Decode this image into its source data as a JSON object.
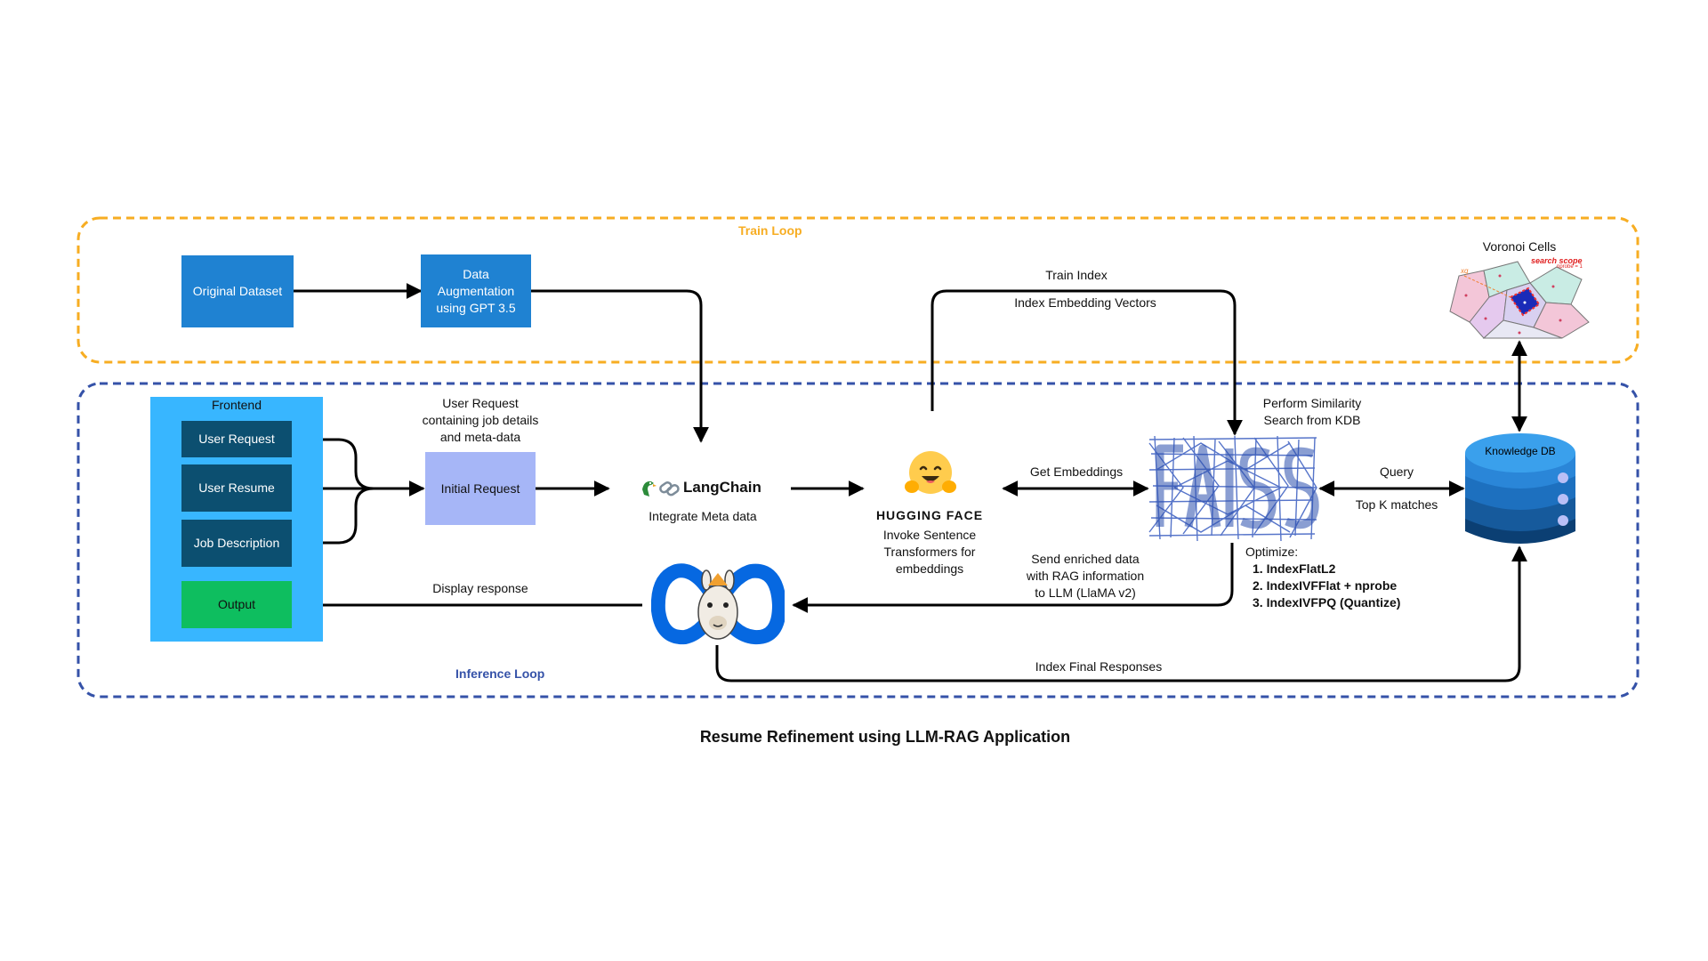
{
  "train_loop": {
    "title": "Train Loop",
    "color": "#f7ad22"
  },
  "inference_loop": {
    "title": "Inference Loop",
    "color": "#3552a8"
  },
  "nodes": {
    "original_dataset": "Original Dataset",
    "data_augmentation": "Data Augmentation using GPT 3.5",
    "frontend": "Frontend",
    "user_request": "User Request",
    "user_resume": "User Resume",
    "job_description": "Job Description",
    "output": "Output",
    "initial_request": "Initial Request",
    "langchain": "LangChain",
    "hugging_face": "HUGGING FACE",
    "knowledge_db": "Knowledge DB",
    "voronoi_cells": "Voronoi Cells",
    "faiss": "FAISS"
  },
  "labels": {
    "user_request_details": "User Request\ncontaining job details\nand meta-data",
    "integrate_meta": "Integrate Meta data",
    "invoke_sentence": "Invoke Sentence\nTransformers for\nembeddings",
    "train_index": "Train Index",
    "index_embedding_vectors": "Index Embedding Vectors",
    "get_embeddings": "Get Embeddings",
    "perform_similarity": "Perform Similarity\nSearch from KDB",
    "query": "Query",
    "top_k": "Top K matches",
    "send_enriched": "Send enriched data\nwith RAG information\nto LLM (LlaMA v2)",
    "display_response": "Display response",
    "index_final": "Index Final Responses",
    "search_scope": "search scope",
    "nprobe": "nprobe = 1",
    "xq": "xq"
  },
  "optimize": {
    "heading": "Optimize:",
    "items": [
      "1. IndexFlatL2",
      "2. IndexIVFFlat + nprobe",
      "3. IndexIVFPQ (Quantize)"
    ]
  },
  "caption": "Resume Refinement using LLM-RAG Application",
  "colors": {
    "blue_box": "#1f82d2",
    "frontend_panel": "#38b6ff",
    "navy_box": "#0c4f70",
    "output_box": "#0ebe5f",
    "initial_request_box": "#a6b6f7",
    "db": "#1a73b8",
    "faiss": "#4466c4",
    "meta_blue": "#0668e1",
    "hugging_face_yellow": "#ffcc4d"
  },
  "icons": [
    "langchain-parrot-link-icon",
    "hugging-face-emoji-icon",
    "faiss-logo-icon",
    "meta-llama-icon",
    "database-cylinder-icon",
    "voronoi-cells-icon"
  ]
}
